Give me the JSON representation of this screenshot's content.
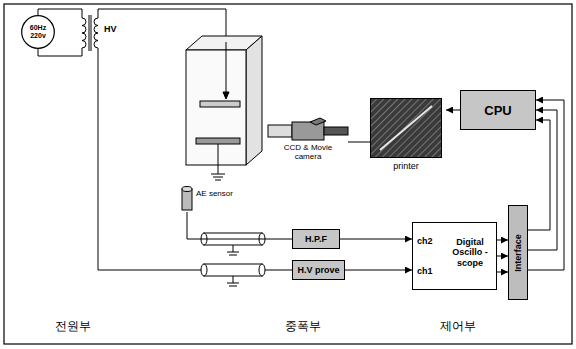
{
  "diagram": {
    "nodes": [
      {
        "text": [
          "60Hz 220v"
        ]
      },
      {
        "text": [
          "AE sensor"
        ]
      },
      {
        "text": [
          "CCD & Movie camera"
        ]
      },
      {
        "text": [
          "printer"
        ]
      },
      {
        "text": [
          "CPU"
        ]
      },
      {
        "text": [
          "H.P.F"
        ]
      },
      {
        "text": [
          "H.V prove"
        ]
      },
      {
        "text": [
          "ch2",
          "ch1",
          "Digital Oscillo -scope"
        ]
      },
      {
        "text": [
          "Interface"
        ]
      }
    ],
    "edges": [
      {
        "from": 2,
        "to": 3,
        "arrow": "none"
      },
      {
        "from": 4,
        "to": 3,
        "arrow": "to"
      },
      {
        "from": 8,
        "to": 4,
        "arrow": "to"
      },
      {
        "from": 8,
        "to": 4,
        "arrow": "to"
      },
      {
        "from": 8,
        "to": 4,
        "arrow": "to"
      },
      {
        "from": 7,
        "to": 8,
        "arrow": "to"
      },
      {
        "from": 7,
        "to": 8,
        "arrow": "to"
      },
      {
        "from": 7,
        "to": 8,
        "arrow": "to"
      },
      {
        "from": 5,
        "to": 7,
        "arrow": "to"
      },
      {
        "from": 6,
        "to": 7,
        "arrow": "to"
      },
      {
        "from": 1,
        "to": 5,
        "arrow": "none"
      }
    ],
    "labels": [
      "HV",
      "전원부",
      "중폭부",
      "제어부"
    ]
  }
}
